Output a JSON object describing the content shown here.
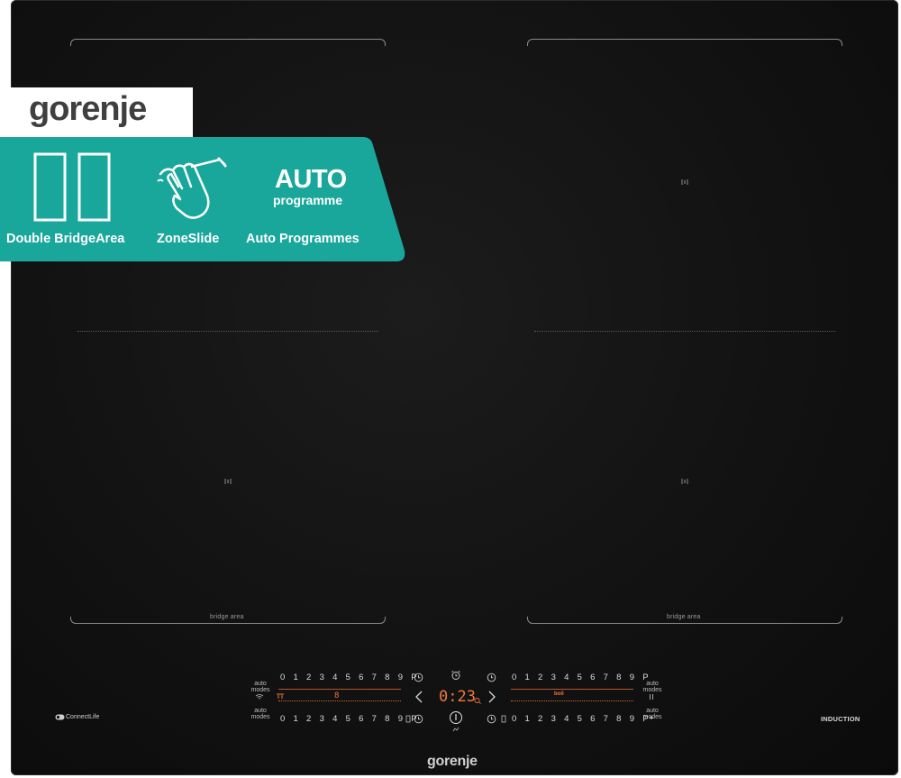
{
  "banner": {
    "brand": "gorenje",
    "features": [
      {
        "label": "Double BridgeArea",
        "icon": "double-bridge-area-icon"
      },
      {
        "label": "ZoneSlide",
        "icon": "hand-swipe-icon"
      },
      {
        "label": "Auto Programmes",
        "icon": "auto-programme-icon",
        "icon_text": "AUTO",
        "icon_subtext": "programme"
      }
    ],
    "colors": {
      "teal": "#1aa79b",
      "logo_bg": "#ffffff",
      "logo_text": "#3f3f3f"
    }
  },
  "hob": {
    "bridge_label_left": "bridge area",
    "bridge_label_right": "bridge area",
    "connect_label": "ConnectLife",
    "induction_label": "INDUCTION",
    "brand": "gorenje",
    "colors": {
      "glass": "#121212",
      "indicator": "#f07a3a"
    }
  },
  "controls": {
    "scale": "0 1 2 3 4 5 6 7 8 9 P",
    "auto_modes": "auto modes",
    "timer_display": "0:23",
    "left_power_mark": "8",
    "right_power_mark": "boil"
  }
}
